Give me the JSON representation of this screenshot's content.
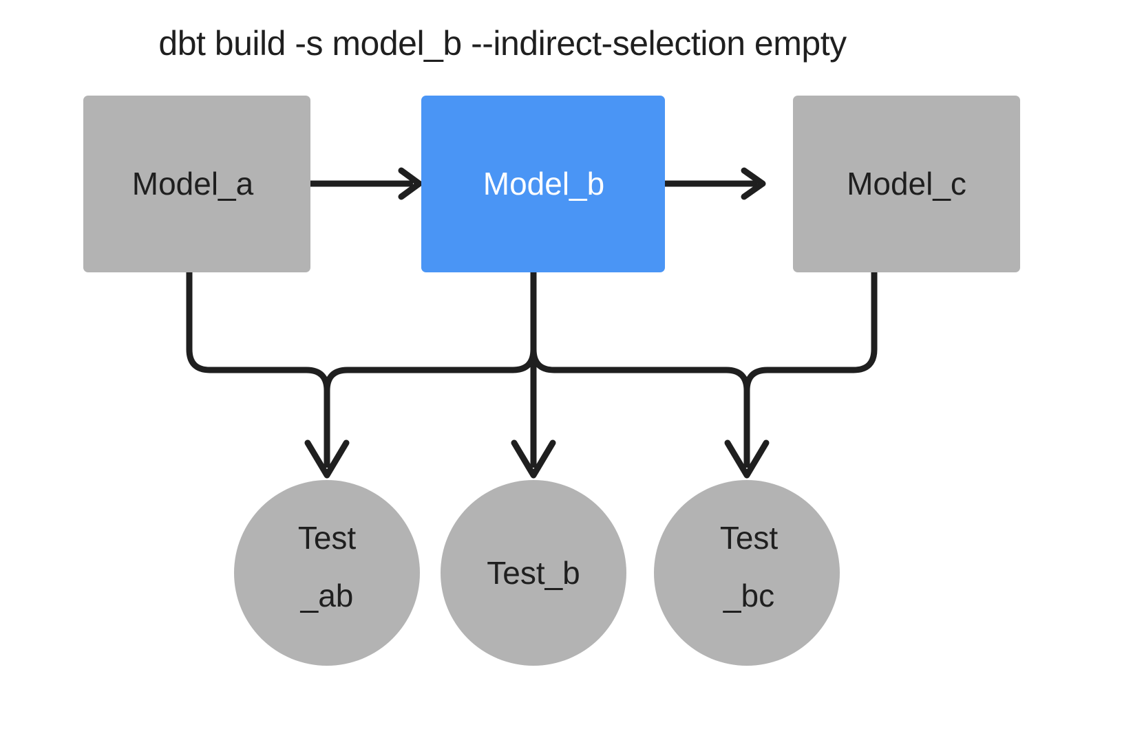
{
  "title": "dbt build -s model_b --indirect-selection empty",
  "colors": {
    "background": "#ffffff",
    "node_default": "#b3b3b3",
    "node_selected": "#4a95f5",
    "edge": "#1f1f1f",
    "text_dark": "#1f1f1f",
    "text_light": "#ffffff"
  },
  "models": [
    {
      "id": "model_a",
      "label": "Model_a",
      "state": "unselected",
      "shape": "rect"
    },
    {
      "id": "model_b",
      "label": "Model_b",
      "state": "selected",
      "shape": "rect"
    },
    {
      "id": "model_c",
      "label": "Model_c",
      "state": "unselected",
      "shape": "rect"
    }
  ],
  "tests": [
    {
      "id": "test_ab",
      "label_line1": "Test",
      "label_line2": "_ab",
      "state": "unselected",
      "shape": "circle"
    },
    {
      "id": "test_b",
      "label_line1": "Test_b",
      "label_line2": "",
      "state": "unselected",
      "shape": "circle"
    },
    {
      "id": "test_bc",
      "label_line1": "Test",
      "label_line2": "_bc",
      "state": "unselected",
      "shape": "circle"
    }
  ],
  "edges": [
    {
      "from": "model_a",
      "to": "model_b",
      "kind": "model-to-model"
    },
    {
      "from": "model_b",
      "to": "model_c",
      "kind": "model-to-model"
    },
    {
      "from": "model_a",
      "to": "test_ab",
      "kind": "model-to-test"
    },
    {
      "from": "model_b",
      "to": "test_ab",
      "kind": "model-to-test"
    },
    {
      "from": "model_b",
      "to": "test_b",
      "kind": "model-to-test"
    },
    {
      "from": "model_b",
      "to": "test_bc",
      "kind": "model-to-test"
    },
    {
      "from": "model_c",
      "to": "test_bc",
      "kind": "model-to-test"
    }
  ]
}
